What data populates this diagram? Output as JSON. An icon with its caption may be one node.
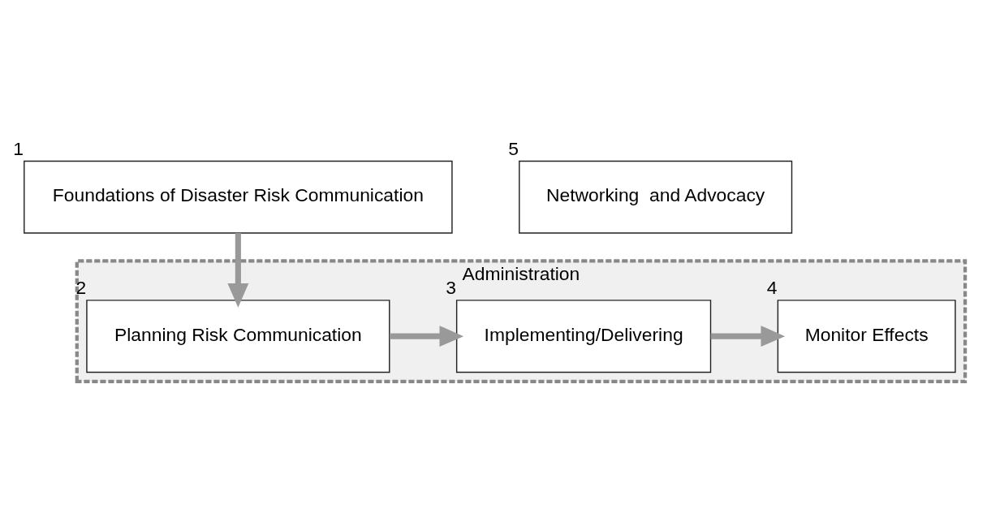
{
  "diagram": {
    "nodes": [
      {
        "text": [
          "Foundations of Disaster Risk Communication"
        ],
        "beside": [
          "1"
        ]
      },
      {
        "text": [
          "Administration"
        ]
      },
      {
        "text": [
          "Planning Risk Communication"
        ],
        "in": 1,
        "beside": [
          "2"
        ]
      },
      {
        "text": [
          "Implementing/Delivering"
        ],
        "in": 1,
        "beside": [
          "3"
        ]
      },
      {
        "text": [
          "Monitor Effects"
        ],
        "in": 1,
        "beside": [
          "4"
        ]
      },
      {
        "text": [
          "Networking  and Advocacy"
        ],
        "beside": [
          "5"
        ]
      }
    ],
    "edges": [
      {
        "from": 0,
        "to": 2,
        "arrow": "to"
      },
      {
        "from": 2,
        "to": 3,
        "arrow": "to"
      },
      {
        "from": 3,
        "to": 4,
        "arrow": "to"
      }
    ]
  }
}
